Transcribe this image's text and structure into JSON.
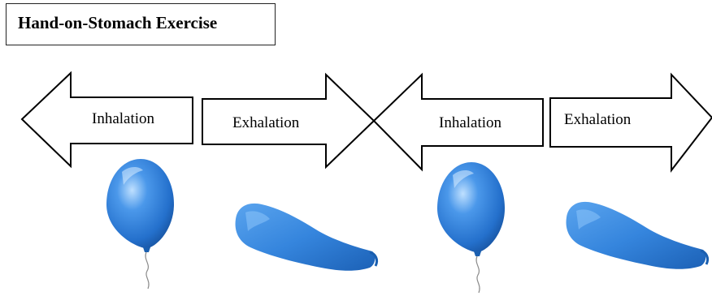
{
  "title": "Hand-on-Stomach Exercise",
  "steps": [
    {
      "label": "Inhalation",
      "direction": "left",
      "balloon": "inflated"
    },
    {
      "label": "Exhalation",
      "direction": "right",
      "balloon": "deflated"
    },
    {
      "label": "Inhalation",
      "direction": "left",
      "balloon": "inflated"
    },
    {
      "label": "Exhalation",
      "direction": "right",
      "balloon": "deflated"
    }
  ],
  "colors": {
    "balloon": "#2f7fd8",
    "balloon_dark": "#1a5fb0",
    "arrow_stroke": "#000000",
    "arrow_fill": "#ffffff"
  }
}
